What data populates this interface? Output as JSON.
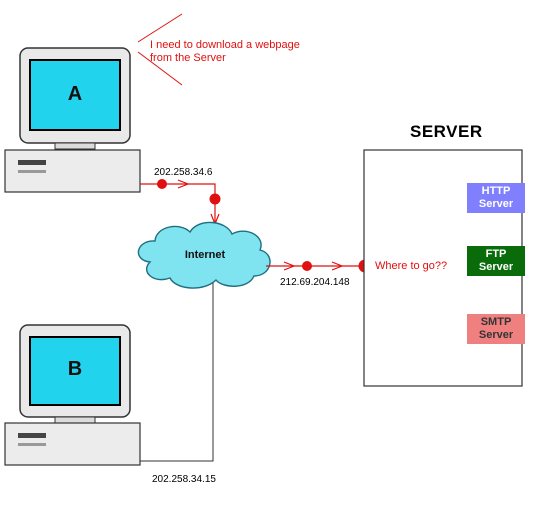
{
  "speech_text_line1": "I need to download a webpage",
  "speech_text_line2": "from the Server",
  "computer_a_label": "A",
  "computer_b_label": "B",
  "ip_a": "202.258.34.6",
  "ip_b": "202.258.34.15",
  "ip_server": "212.69.204.148",
  "cloud_label": "Internet",
  "server_title": "SERVER",
  "where_text": "Where to go??",
  "services": [
    {
      "line1": "HTTP",
      "line2": "Server",
      "fill": "#8080ff",
      "text_color": "#ffffff"
    },
    {
      "line1": "FTP",
      "line2": "Server",
      "fill": "#0a6b0a",
      "text_color": "#ffffff"
    },
    {
      "line1": "SMTP",
      "line2": "Server",
      "fill": "#f08080",
      "text_color": "#333333"
    }
  ],
  "colors": {
    "monitor_screen": "#22d3ee",
    "connector_dot": "#e01010",
    "line_red": "#e01010"
  }
}
